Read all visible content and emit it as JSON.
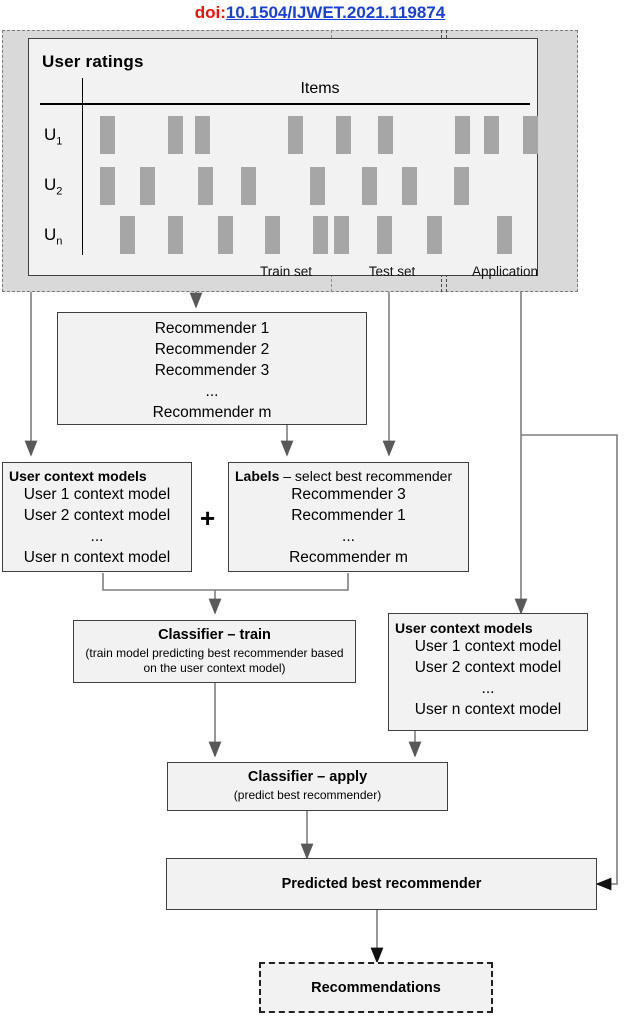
{
  "doi": {
    "prefix": "doi:",
    "link_text": "10.1504/IJWET.2021.119874",
    "prefix_color": "#e8140c",
    "link_color": "#1a3fd4"
  },
  "matrix": {
    "title": "User ratings",
    "items_label": "Items",
    "row_labels": [
      "U",
      "U",
      "U"
    ],
    "row_subscripts": [
      "1",
      "2",
      "n"
    ],
    "segments": [
      {
        "label": "Train set"
      },
      {
        "label": "Test set"
      },
      {
        "label": "Application"
      }
    ],
    "bar_color": "#a6a6a6",
    "rows_bars": [
      [
        100,
        168,
        195,
        288,
        336,
        378,
        455,
        484,
        523
      ],
      [
        100,
        140,
        198,
        241,
        310,
        362,
        402,
        454
      ],
      [
        120,
        168,
        218,
        265,
        313,
        334,
        377,
        427,
        497
      ]
    ]
  },
  "recommenders_box": {
    "lines": [
      "Recommender 1",
      "Recommender 2",
      "Recommender 3",
      "...",
      "Recommender m"
    ]
  },
  "user_context_left": {
    "title": "User context models",
    "lines": [
      "User 1 context model",
      "User 2 context model",
      "...",
      "User n context model"
    ]
  },
  "plus_symbol": "+",
  "labels_box": {
    "title_bold": "Labels",
    "title_rest": " – select best recommender",
    "lines": [
      "Recommender 3",
      "Recommender 1",
      "...",
      "Recommender m"
    ]
  },
  "classifier_train": {
    "title": "Classifier – train",
    "subtitle_line1": "(train model predicting best recommender based",
    "subtitle_line2": "on the user context model)"
  },
  "user_context_right": {
    "title": "User context models",
    "lines": [
      "User 1 context model",
      "User 2 context model",
      "...",
      "User n context model"
    ]
  },
  "classifier_apply": {
    "title": "Classifier – apply",
    "subtitle": "(predict best recommender)"
  },
  "predicted_box": {
    "title": "Predicted best recommender"
  },
  "recommendations_box": {
    "title": "Recommendations"
  },
  "colors": {
    "box_fill": "#f2f2f2",
    "box_border": "#3f3f3f",
    "backdrop": "#d9d9d9",
    "connector": "#7f7f7f",
    "connector_dark": "#595959"
  }
}
